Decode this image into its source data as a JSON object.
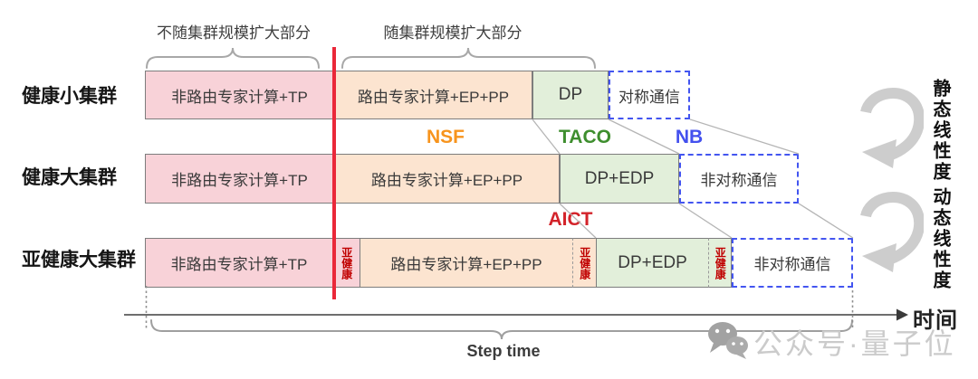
{
  "top_braces": {
    "fixed_label": "不随集群规模扩大部分",
    "scaling_label": "随集群规模扩大部分"
  },
  "rows": [
    {
      "label": "健康小集群",
      "segments": [
        {
          "text": "非路由专家计算+TP",
          "type": "pink"
        },
        {
          "text": "路由专家计算+EP+PP",
          "type": "orange"
        },
        {
          "text": "DP",
          "type": "green"
        },
        {
          "text": "对称通信",
          "type": "dashed"
        }
      ]
    },
    {
      "label": "健康大集群",
      "segments": [
        {
          "text": "非路由专家计算+TP",
          "type": "pink"
        },
        {
          "text": "路由专家计算+EP+PP",
          "type": "orange"
        },
        {
          "text": "DP+EDP",
          "type": "green"
        },
        {
          "text": "非对称通信",
          "type": "dashed"
        }
      ]
    },
    {
      "label": "亚健康大集群",
      "segments": [
        {
          "text": "非路由专家计算+TP",
          "type": "pink"
        },
        {
          "text": "亚健康",
          "type": "pink-strip"
        },
        {
          "text": "路由专家计算+EP+PP",
          "type": "orange"
        },
        {
          "text": "亚健康",
          "type": "orange-strip"
        },
        {
          "text": "DP+EDP",
          "type": "green"
        },
        {
          "text": "亚健康",
          "type": "green-strip"
        },
        {
          "text": "非对称通信",
          "type": "dashed"
        }
      ]
    }
  ],
  "annotations": {
    "nsf": "NSF",
    "taco": "TACO",
    "nb": "NB",
    "aict": "AICT"
  },
  "axis": {
    "time_label": "时间",
    "step_time_label": "Step time"
  },
  "right_panel": {
    "static_linearity": "静态线性度",
    "dynamic_linearity": "动态线性度"
  },
  "watermark": {
    "source": "公众号·量子位"
  },
  "colors": {
    "pink_segment": "#F8D2D8",
    "orange_segment": "#FCE4D0",
    "green_segment": "#E2EFDA",
    "dashed_box_border": "#4355F0",
    "red_divider_line": "#EA2839",
    "nsf": "#F7941D",
    "taco": "#3E8E2E",
    "nb": "#4350EE",
    "aict": "#D3232A",
    "subhealth_text": "#C00000"
  }
}
